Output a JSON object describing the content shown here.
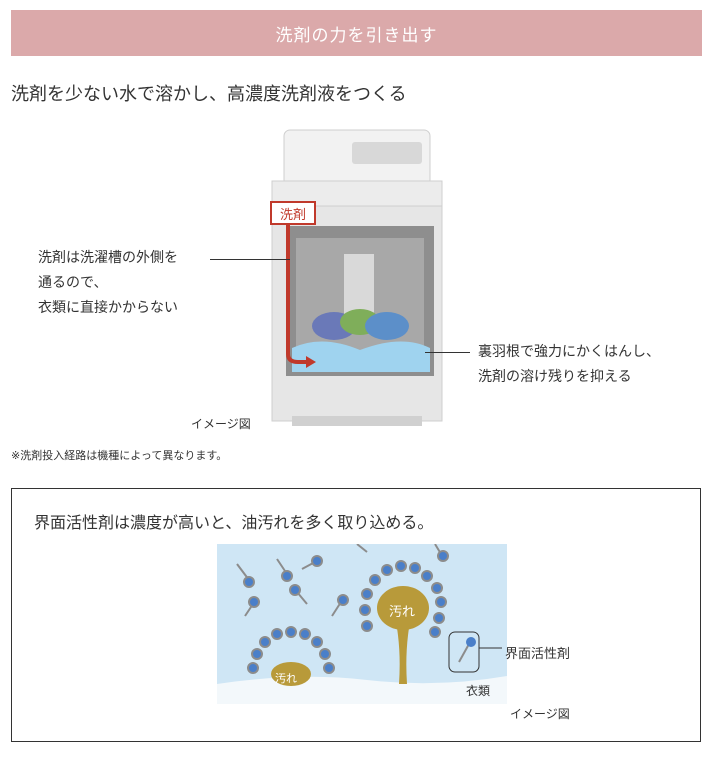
{
  "banner": {
    "title": "洗剤の力を引き出す"
  },
  "section1": {
    "headline": "洗剤を少ない水で溶かし、高濃度洗剤液をつくる",
    "tag_detergent": "洗剤",
    "annotation_left": [
      "洗剤は洗濯槽の外側を",
      "通るので、",
      "衣類に直接かからない"
    ],
    "annotation_right": [
      "裏羽根で強力にかくはんし、",
      "洗剤の溶け残りを抑える"
    ],
    "image_caption": "イメージ図",
    "footnote": "※洗剤投入経路は機種によって異なります。"
  },
  "section2": {
    "title": "界面活性剤は濃度が高いと、油汚れを多く取り込める。",
    "label_dirt": "汚れ",
    "label_surfactant": "界面活性剤",
    "label_clothes": "衣類",
    "image_caption": "イメージ図"
  },
  "colors": {
    "banner": "#dba9aa",
    "accent_red": "#c0392b",
    "molecule_blue": "#4a7fc9",
    "dirt": "#b89a3a"
  }
}
